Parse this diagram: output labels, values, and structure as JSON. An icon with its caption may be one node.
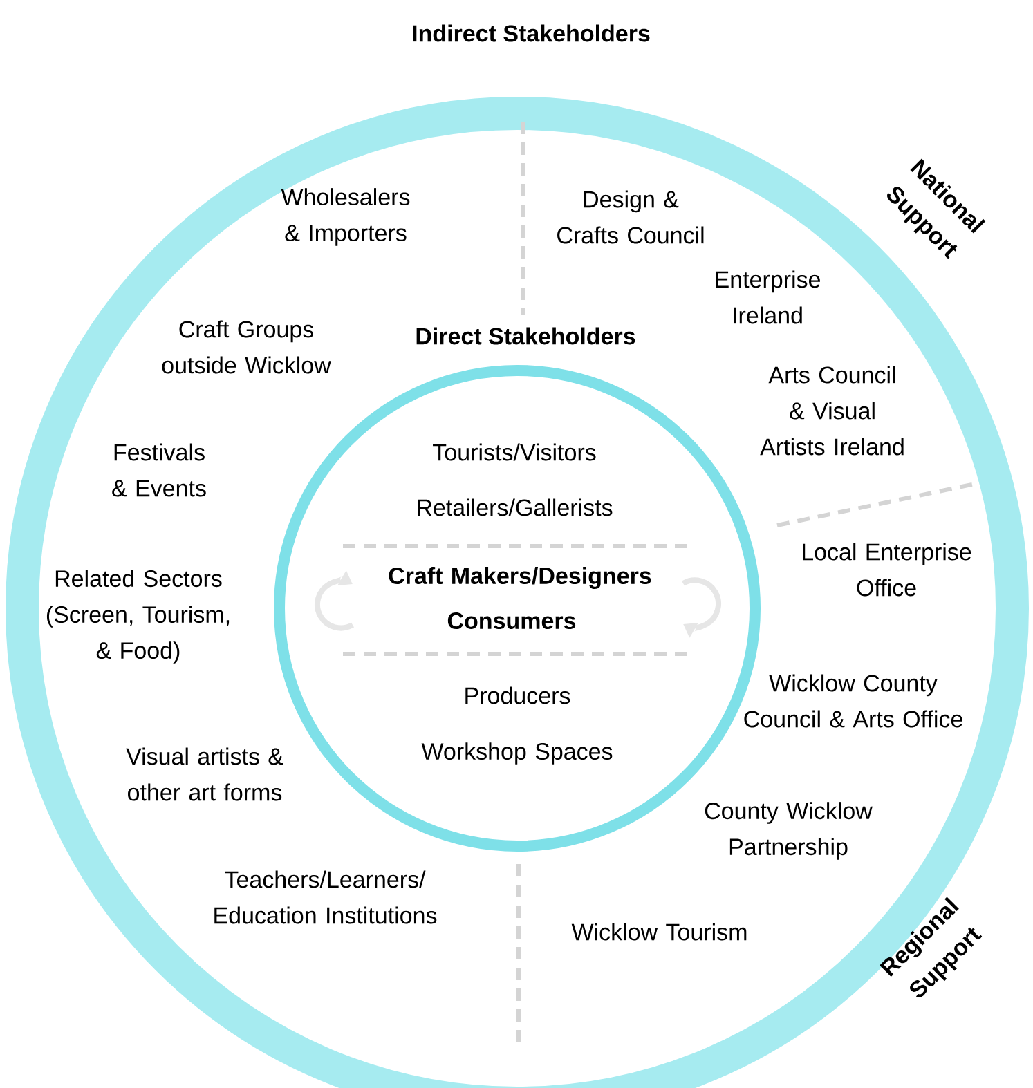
{
  "diagram": {
    "nodes": [
      {
        "text": [
          "Indirect Stakeholders"
        ]
      },
      {
        "text": [
          "Direct Stakeholders"
        ],
        "in": 0
      }
    ],
    "edges": [],
    "labels": [
      "Wholesalers & Importers",
      "Design & Crafts Council",
      "National Support",
      "Enterprise Ireland",
      "Craft Groups outside Wicklow",
      "Arts Council & Visual Artists Ireland",
      "Festivals & Events",
      "Tourists/Visitors",
      "Retailers/Gallerists",
      "Craft Makers/Designers",
      "Local Enterprise Office",
      "Related Sectors (Screen, Tourism, & Food)",
      "Consumers",
      "Producers",
      "Wicklow County Council & Arts Office",
      "Workshop Spaces",
      "Visual artists & other art forms",
      "County Wicklow Partnership",
      "Teachers/Learners/ Education Institutions",
      "Wicklow Tourism",
      "Regional Support"
    ]
  }
}
